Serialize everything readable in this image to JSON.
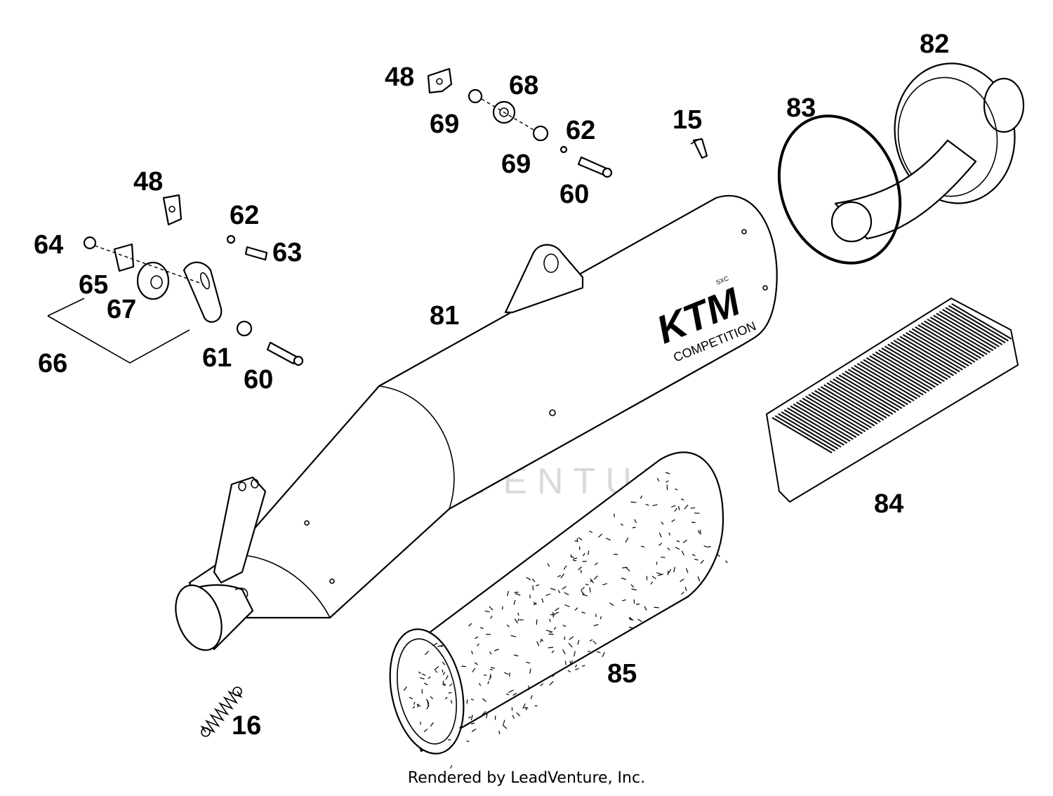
{
  "parts": [
    {
      "key": "p48a",
      "label": "48"
    },
    {
      "key": "p48b",
      "label": "48"
    },
    {
      "key": "p68",
      "label": "68"
    },
    {
      "key": "p69a",
      "label": "69"
    },
    {
      "key": "p69b",
      "label": "69"
    },
    {
      "key": "p62a",
      "label": "62"
    },
    {
      "key": "p62b",
      "label": "62"
    },
    {
      "key": "p60a",
      "label": "60"
    },
    {
      "key": "p60b",
      "label": "60"
    },
    {
      "key": "p15",
      "label": "15"
    },
    {
      "key": "p82",
      "label": "82"
    },
    {
      "key": "p83",
      "label": "83"
    },
    {
      "key": "p64",
      "label": "64"
    },
    {
      "key": "p63",
      "label": "63"
    },
    {
      "key": "p65",
      "label": "65"
    },
    {
      "key": "p67",
      "label": "67"
    },
    {
      "key": "p66",
      "label": "66"
    },
    {
      "key": "p61",
      "label": "61"
    },
    {
      "key": "p81",
      "label": "81"
    },
    {
      "key": "p84",
      "label": "84"
    },
    {
      "key": "p85",
      "label": "85"
    },
    {
      "key": "p16",
      "label": "16"
    }
  ],
  "muffler_logo": {
    "brand": "KTM",
    "small": "SXC",
    "line": "COMPETITION"
  },
  "watermark": "LEADVENTURE",
  "footer": "Rendered by LeadVenture, Inc."
}
